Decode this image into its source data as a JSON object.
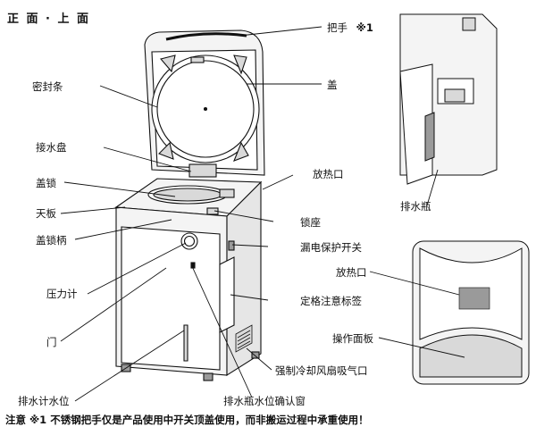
{
  "header": {
    "title": "正 面 · 上 面"
  },
  "labels": {
    "handle": "把手",
    "handle_mark": "※1",
    "lid": "盖",
    "seal": "密封条",
    "drip_tray": "接水盘",
    "lid_lock": "盖锁",
    "top_plate": "天板",
    "lock_handle": "盖锁柄",
    "pressure_gauge": "压力计",
    "door": "门",
    "drain_level": "排水计水位",
    "drain_bottle_window": "排水瓶水位确认窗",
    "fan_intake": "强制冷却风扇吸气口",
    "rating_label": "定格注意标签",
    "leakage_switch": "漏电保护开关",
    "lock_seat": "锁座",
    "vent_top": "放热口",
    "drain_bottle": "排水瓶",
    "vent_panel": "放热口",
    "control_panel": "操作面板"
  },
  "footer": {
    "note": "注意 ※1 不锈钢把手仅是产品使用中开关顶盖使用，而非搬运过程中承重使用！"
  },
  "colors": {
    "line": "#111111",
    "fill_light": "#f4f4f4",
    "fill_mid": "#d9d9d9",
    "fill_dark": "#9a9a9a"
  }
}
